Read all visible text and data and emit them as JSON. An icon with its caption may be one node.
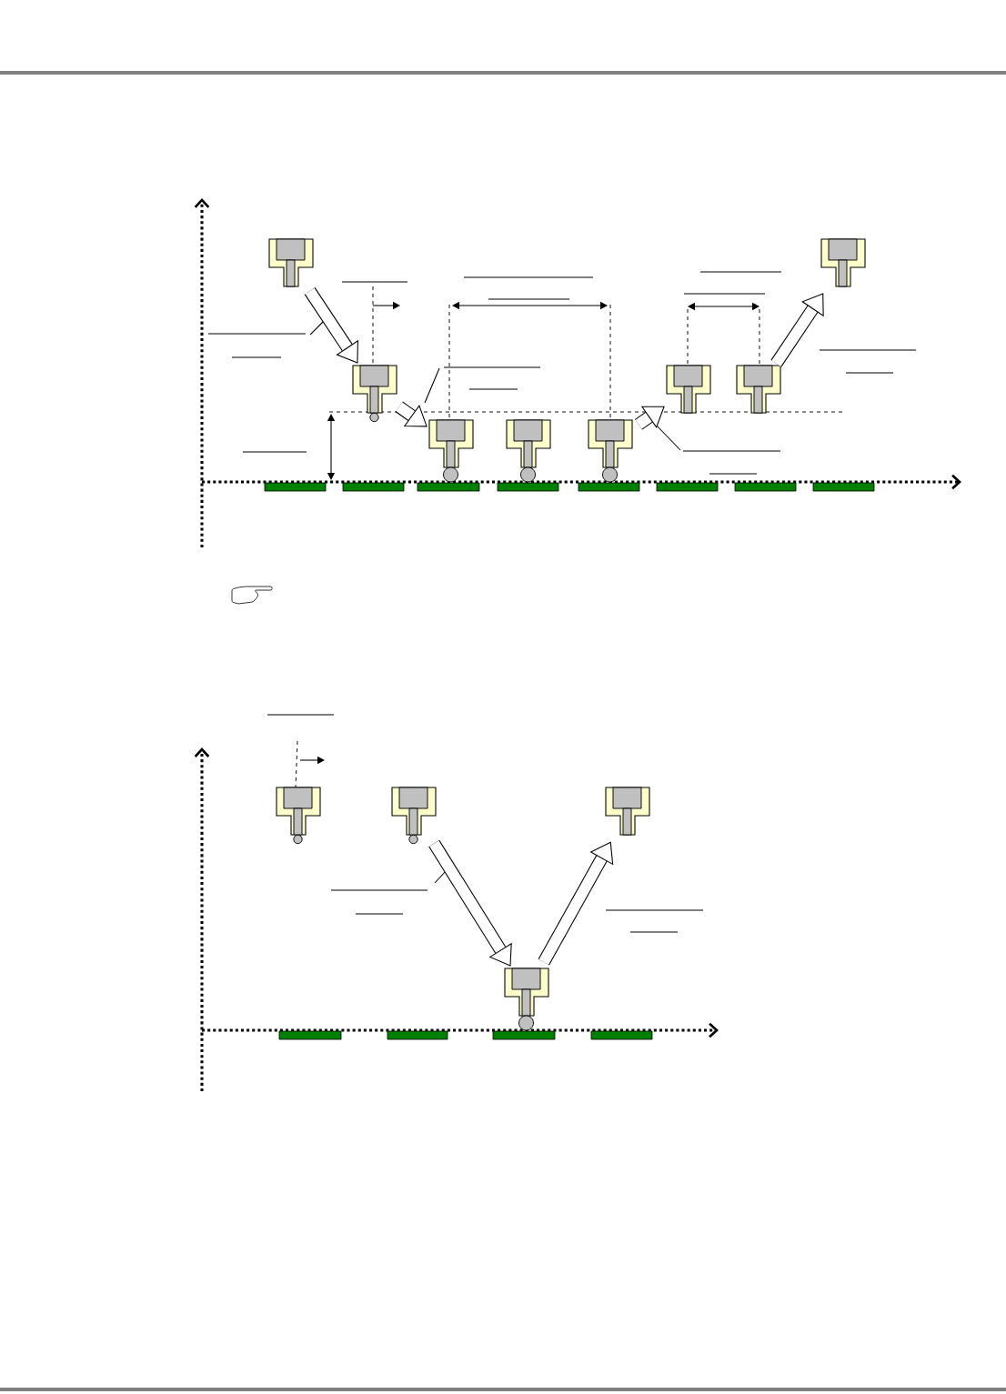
{
  "diagram": {
    "nodes": [
      {
        "text": [],
        "shape": "nozzle"
      },
      {
        "text": [],
        "shape": "nozzle"
      },
      {
        "text": [],
        "shape": "nozzle"
      },
      {
        "text": [],
        "shape": "nozzle"
      },
      {
        "text": [],
        "shape": "nozzle"
      },
      {
        "text": [],
        "shape": "nozzle"
      },
      {
        "text": [],
        "shape": "nozzle"
      },
      {
        "text": [],
        "shape": "nozzle"
      },
      {
        "text": [],
        "shape": "nozzle"
      },
      {
        "text": [],
        "shape": "nozzle"
      },
      {
        "text": [],
        "shape": "nozzle"
      },
      {
        "text": [],
        "shape": "nozzle"
      }
    ],
    "edges": [
      {
        "from": 0,
        "to": 1,
        "arrow": "to"
      },
      {
        "from": 1,
        "to": 2,
        "arrow": "to"
      },
      {
        "from": 4,
        "to": 5,
        "arrow": "to"
      },
      {
        "from": 6,
        "to": 7,
        "arrow": "to"
      },
      {
        "from": 9,
        "to": 10,
        "arrow": "to"
      },
      {
        "from": 10,
        "to": 11,
        "arrow": "to"
      }
    ]
  }
}
